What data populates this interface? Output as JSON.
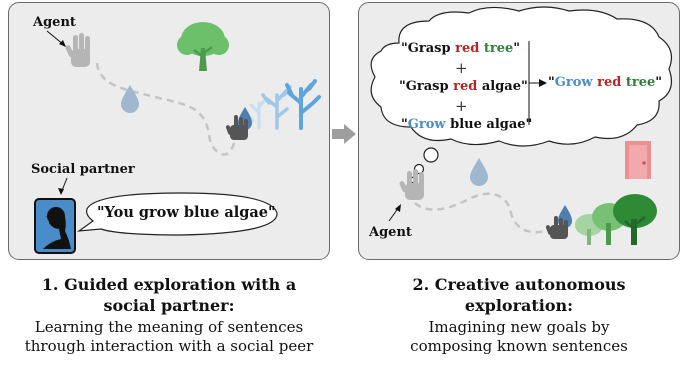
{
  "left_panel": {
    "agent_label": "Agent",
    "social_partner_label": "Social partner",
    "speech": "\"You grow blue algae\""
  },
  "right_panel": {
    "agent_label": "Agent",
    "sentence_1": {
      "w1": "\"Grasp ",
      "w2": "red",
      "w3": " ",
      "w4": "tree",
      "w5": "\""
    },
    "sentence_2": {
      "w1": "\"Grasp ",
      "w2": "red",
      "w3": " algae\""
    },
    "sentence_3": {
      "w1": "\"",
      "w2": "Grow",
      "w3": " blue algae\""
    },
    "result": {
      "w1": "\"",
      "w2": "Grow",
      "w3": " ",
      "w4": "red",
      "w5": " ",
      "w6": "tree",
      "w7": "\""
    },
    "plus": "+"
  },
  "captions": {
    "left_title_1": "1. Guided exploration with a",
    "left_title_2": "social partner:",
    "left_desc_1": "Learning the meaning of sentences",
    "left_desc_2": "through interaction with a social peer",
    "right_title_1": "2. Creative autonomous",
    "right_title_2": "exploration:",
    "right_desc_1": "Imagining new goals by",
    "right_desc_2": "composing known sentences"
  },
  "colors": {
    "red": "#b72525",
    "green": "#2f7f3a",
    "blue": "#4a8cc9",
    "panel_bg": "#ececec"
  },
  "icons": [
    "hand-icon",
    "tree-icon",
    "water-drop-icon",
    "algae-icon",
    "person-silhouette-icon",
    "door-icon",
    "arrow-icon"
  ]
}
